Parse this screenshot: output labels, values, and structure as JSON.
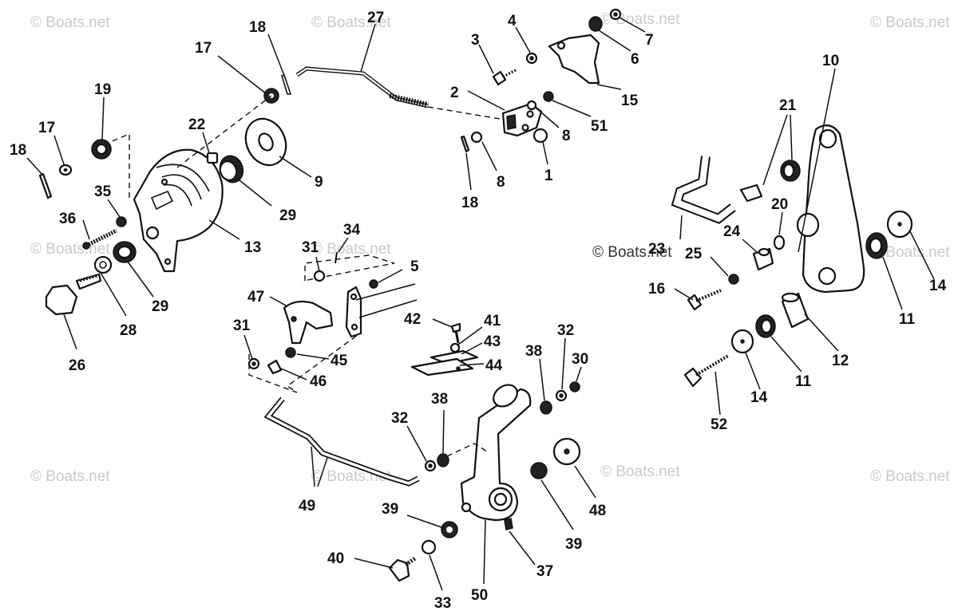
{
  "watermark": {
    "text": "© Boats.net",
    "center_text": "© Boats.net"
  },
  "labels": [
    {
      "id": "c27",
      "text": "27"
    },
    {
      "id": "c18a",
      "text": "18"
    },
    {
      "id": "c17a",
      "text": "17"
    },
    {
      "id": "c19",
      "text": "19"
    },
    {
      "id": "c17b",
      "text": "17"
    },
    {
      "id": "c18b",
      "text": "18"
    },
    {
      "id": "c22",
      "text": "22"
    },
    {
      "id": "c9",
      "text": "9"
    },
    {
      "id": "c35",
      "text": "35"
    },
    {
      "id": "c36",
      "text": "36"
    },
    {
      "id": "c29a",
      "text": "29"
    },
    {
      "id": "c13",
      "text": "13"
    },
    {
      "id": "c29b",
      "text": "29"
    },
    {
      "id": "c28",
      "text": "28"
    },
    {
      "id": "c26",
      "text": "26"
    },
    {
      "id": "c3",
      "text": "3"
    },
    {
      "id": "c4",
      "text": "4"
    },
    {
      "id": "c7",
      "text": "7"
    },
    {
      "id": "c6",
      "text": "6"
    },
    {
      "id": "c15",
      "text": "15"
    },
    {
      "id": "c2",
      "text": "2"
    },
    {
      "id": "c51",
      "text": "51"
    },
    {
      "id": "c8a",
      "text": "8"
    },
    {
      "id": "c8b",
      "text": "8"
    },
    {
      "id": "c1",
      "text": "1"
    },
    {
      "id": "c18c",
      "text": "18"
    },
    {
      "id": "c10",
      "text": "10"
    },
    {
      "id": "c21",
      "text": "21"
    },
    {
      "id": "c20",
      "text": "20"
    },
    {
      "id": "c24",
      "text": "24"
    },
    {
      "id": "c23",
      "text": "23"
    },
    {
      "id": "c25",
      "text": "25"
    },
    {
      "id": "c16",
      "text": "16"
    },
    {
      "id": "c11a",
      "text": "11"
    },
    {
      "id": "c14a",
      "text": "14"
    },
    {
      "id": "c12",
      "text": "12"
    },
    {
      "id": "c11b",
      "text": "11"
    },
    {
      "id": "c14b",
      "text": "14"
    },
    {
      "id": "c52",
      "text": "52"
    },
    {
      "id": "c31a",
      "text": "31"
    },
    {
      "id": "c34",
      "text": "34"
    },
    {
      "id": "c5",
      "text": "5"
    },
    {
      "id": "c47",
      "text": "47"
    },
    {
      "id": "c31b",
      "text": "31"
    },
    {
      "id": "c45",
      "text": "45"
    },
    {
      "id": "c46",
      "text": "46"
    },
    {
      "id": "c42",
      "text": "42"
    },
    {
      "id": "c41",
      "text": "41"
    },
    {
      "id": "c43",
      "text": "43"
    },
    {
      "id": "c44",
      "text": "44"
    },
    {
      "id": "c38a",
      "text": "38"
    },
    {
      "id": "c32a",
      "text": "32"
    },
    {
      "id": "c30",
      "text": "30"
    },
    {
      "id": "c32b",
      "text": "32"
    },
    {
      "id": "c38b",
      "text": "38"
    },
    {
      "id": "c49",
      "text": "49"
    },
    {
      "id": "c48",
      "text": "48"
    },
    {
      "id": "c39a",
      "text": "39"
    },
    {
      "id": "c39b",
      "text": "39"
    },
    {
      "id": "c40",
      "text": "40"
    },
    {
      "id": "c37",
      "text": "37"
    },
    {
      "id": "c33",
      "text": "33"
    },
    {
      "id": "c50",
      "text": "50"
    }
  ]
}
